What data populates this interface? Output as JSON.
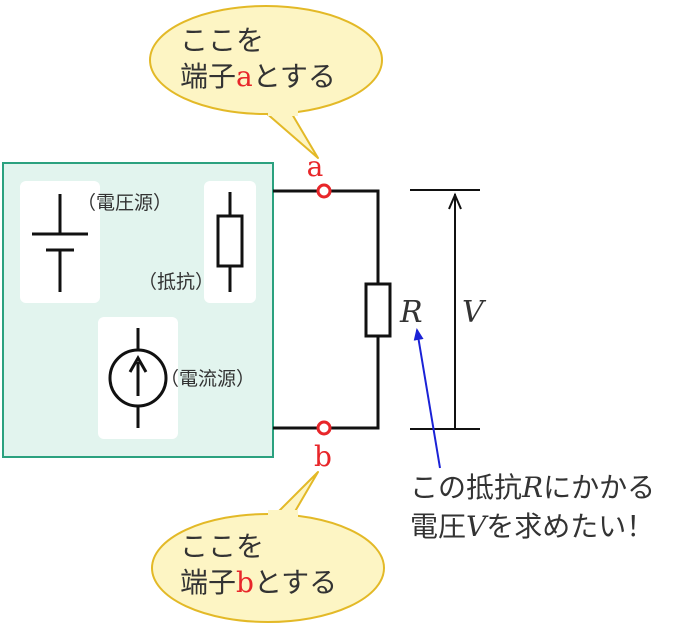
{
  "callout_a": {
    "line1": "ここを",
    "line2_prefix": "端子",
    "terminal": "a",
    "line2_suffix": "とする"
  },
  "callout_b": {
    "line1": "ここを",
    "line2_prefix": "端子",
    "terminal": "b",
    "line2_suffix": "とする"
  },
  "terminal_a_label": "a",
  "terminal_b_label": "b",
  "source_box": {
    "voltage_source_label": "（電圧源）",
    "resistor_label": "（抵抗）",
    "current_source_label": "（電流源）"
  },
  "load_resistor_label": "R",
  "voltage_label": "V",
  "note": {
    "line1_prefix": "この抵抗",
    "line1_var": "R",
    "line1_suffix": "にかかる",
    "line2_prefix": "電圧",
    "line2_var": "V",
    "line2_suffix": "を求めたい！"
  },
  "colors": {
    "callout_fill": "#fdf5c4",
    "callout_stroke": "#e3b927",
    "box_fill": "#e2f4ee",
    "box_stroke": "#2ba17f",
    "terminal_red": "#e8262a",
    "arrow_blue": "#1b22d6"
  }
}
